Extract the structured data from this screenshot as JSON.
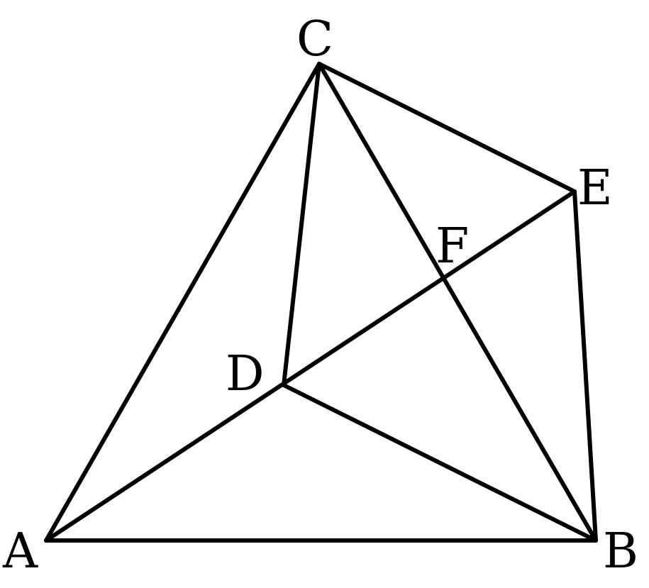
{
  "diagram": {
    "points": [
      "A",
      "B",
      "C",
      "D",
      "E",
      "F"
    ],
    "segments": [
      [
        "A",
        "B"
      ],
      [
        "A",
        "C"
      ],
      [
        "A",
        "E"
      ],
      [
        "C",
        "D"
      ],
      [
        "C",
        "B"
      ],
      [
        "C",
        "E"
      ],
      [
        "E",
        "B"
      ],
      [
        "D",
        "B"
      ]
    ],
    "labels": {
      "A": "A",
      "B": "B",
      "C": "C",
      "D": "D",
      "E": "E",
      "F": "F"
    },
    "line_color": "#000000"
  }
}
